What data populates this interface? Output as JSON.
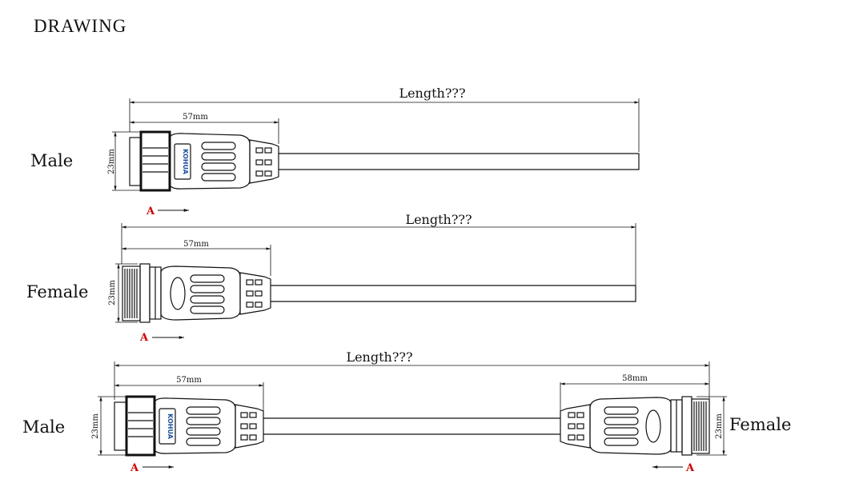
{
  "page_title": "DRAWING",
  "colors": {
    "line": "#111111",
    "marker": "#cc0000"
  },
  "drawing1": {
    "side_label": "Male",
    "total_length": "Length???",
    "connector_length": "57mm",
    "diameter": "23mm",
    "marker": "A",
    "logo": "KOHUA"
  },
  "drawing2": {
    "side_label": "Female",
    "total_length": "Length???",
    "connector_length": "57mm",
    "diameter": "23mm",
    "marker": "A"
  },
  "drawing3": {
    "left_label": "Male",
    "right_label": "Female",
    "total_length": "Length???",
    "left_connector_length": "57mm",
    "right_connector_length": "58mm",
    "left_diameter": "23mm",
    "right_diameter": "23mm",
    "left_marker": "A",
    "right_marker": "A",
    "logo": "KOHUA"
  }
}
